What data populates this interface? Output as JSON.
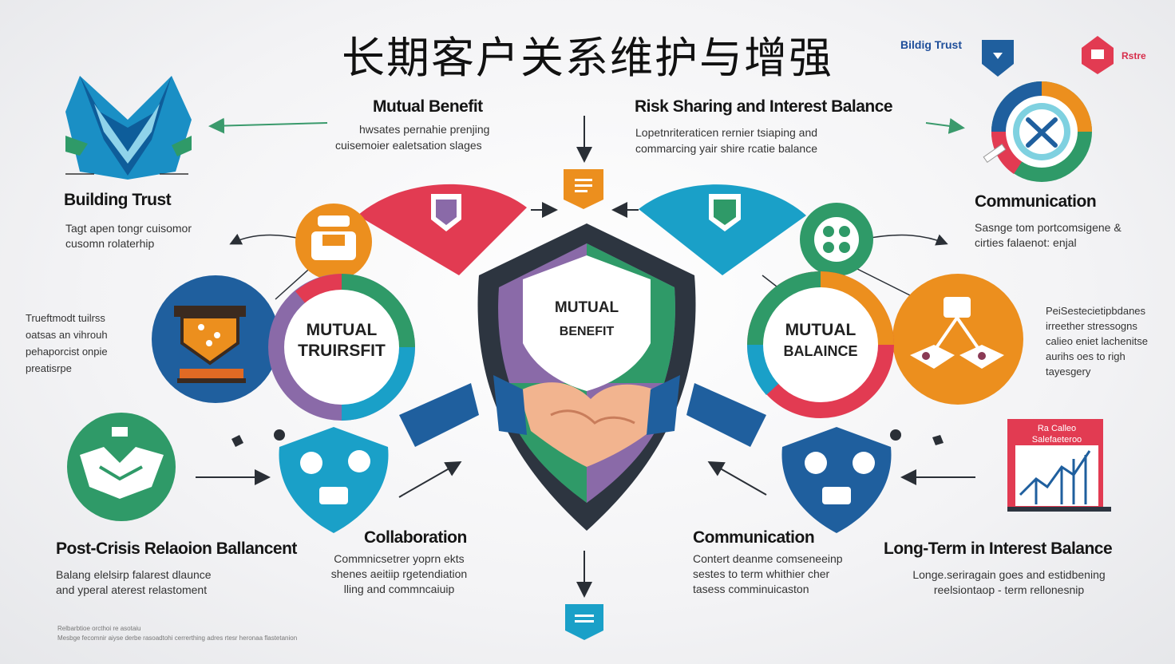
{
  "title": "长期客户关系维护与增强",
  "top_right": {
    "badge1_label": "Bildig Trust",
    "badge2_label": "Rstre"
  },
  "sections": {
    "mutual_benefit": {
      "heading": "Mutual Benefit",
      "text1": "hwsates pernahie prenjing",
      "text2": "cuisemoier ealetsation slages"
    },
    "risk_sharing": {
      "heading": "Risk Sharing and Interest Balance",
      "text1": "Lopetnriteraticen rernier tsiaping and",
      "text2": "commarcing yair shire rcatie balance"
    },
    "building_trust": {
      "heading": "Building Trust",
      "text1": "Tagt apen tongr cuisomor",
      "text2": "cusomn rolaterhip"
    },
    "communication_top": {
      "heading": "Communication",
      "text1": "Sasnge tom portcomsigene &",
      "text2": "cirties falaenot: enjal"
    },
    "left_side": {
      "text1": "Trueftmodt tuilrss",
      "text2": "oatsas an vihrouh",
      "text3": "pehaporcist onpie",
      "text4": "preatisrpe"
    },
    "right_side": {
      "text1": "PeiSestecietipbdanes",
      "text2": "irreether stressogns",
      "text3": "calieo eniet lachenitse",
      "text4": "aurihs oes to righ",
      "text5": "tayesgery"
    },
    "post_crisis": {
      "heading": "Post-Crisis Relaoion Ballancent",
      "text1": "Balang elelsirp falarest dlaunce",
      "text2": "and yperal aterest relastoment"
    },
    "collaboration": {
      "heading": "Collaboration",
      "text1": "Commnicsetrer yoprn ekts",
      "text2": "shenes aeitiip rgetendiation",
      "text3": "lling and commncaiuip"
    },
    "communication_bottom": {
      "heading": "Communication",
      "text1": "Contert deanme comseneeinp",
      "text2": "sestes to term whithier cher",
      "text3": "tasess comminuicaston"
    },
    "long_term": {
      "heading": "Long-Term in Interest Balance",
      "text1": "Longe.seriragain goes and estidbening",
      "text2": "reelsiontaop - term rellonesnip"
    }
  },
  "circles": {
    "left": {
      "line1": "MUTUAL",
      "line2": "TRUIRSFIT"
    },
    "center": {
      "line1": "MUTUAL",
      "line2": "BENEFIT"
    },
    "right": {
      "line1": "MUTUAL",
      "line2": "BALAINCE"
    }
  },
  "chart_box_label1": "Ra Calleo",
  "chart_box_label2": "Salefaeteroo",
  "footnote1": "Relbarbtioe orcthoi re asotaiu",
  "footnote2": "Mesbge fecomnir aiyse derbe rasoadtohi cerrerthing adres rtesr heronaa flastetanion",
  "colors": {
    "red": "#e23b52",
    "teal": "#1aa0c8",
    "blue": "#1f5f9e",
    "green": "#2f9a68",
    "orange": "#ec8f1e",
    "purple": "#8a6aa8",
    "dark": "#2d3540"
  }
}
